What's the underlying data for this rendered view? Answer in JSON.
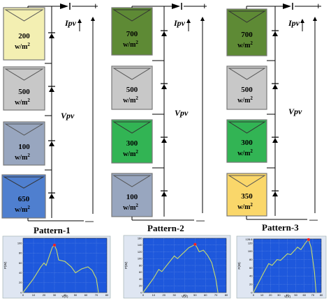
{
  "colors": {
    "panel_200": "#f3efb2",
    "panel_500": "#c8c8c8",
    "panel_100_gray": "#98a6bf",
    "panel_650": "#4f7fcf",
    "panel_700": "#5e8a35",
    "panel_300": "#32b454",
    "panel_350": "#fad76a",
    "plot_bg": "#1e58dc",
    "curve": "#c8dc6c",
    "mpp_marker": "#ff2020"
  },
  "labels": {
    "current": "Ipv",
    "voltage": "Vpv",
    "plus": "+",
    "minus": "—"
  },
  "patterns": [
    {
      "title": "Pattern-1",
      "panels": [
        {
          "value": "200",
          "unit": "w/m",
          "sup": "2",
          "color_key": "panel_200"
        },
        {
          "value": "500",
          "unit": "w/m",
          "sup": "2",
          "color_key": "panel_500"
        },
        {
          "value": "100",
          "unit": "w/m",
          "sup": "2",
          "color_key": "panel_100_gray"
        },
        {
          "value": "650",
          "unit": "w/m",
          "sup": "2",
          "color_key": "panel_650"
        }
      ],
      "plot": {
        "xlabel": "V(V)",
        "ylabel": "P(W)",
        "xticks": [
          "0",
          "10",
          "20",
          "30",
          "40",
          "50",
          "60",
          "70",
          "80"
        ],
        "yticks": [
          "0",
          "20",
          "40",
          "60",
          "80",
          "100"
        ],
        "xlim": [
          0,
          80
        ],
        "ylim": [
          0,
          110
        ],
        "points": [
          [
            0,
            0
          ],
          [
            10,
            28
          ],
          [
            17,
            52
          ],
          [
            20,
            60
          ],
          [
            22,
            55
          ],
          [
            28,
            92
          ],
          [
            30,
            96
          ],
          [
            32,
            86
          ],
          [
            34,
            66
          ],
          [
            40,
            63
          ],
          [
            46,
            52
          ],
          [
            50,
            40
          ],
          [
            56,
            48
          ],
          [
            62,
            52
          ],
          [
            66,
            45
          ],
          [
            70,
            28
          ],
          [
            72,
            0
          ]
        ],
        "mpp": [
          30,
          96
        ]
      }
    },
    {
      "title": "Pattern-2",
      "panels": [
        {
          "value": "700",
          "unit": "w/m",
          "sup": "2",
          "color_key": "panel_700"
        },
        {
          "value": "500",
          "unit": "w/m",
          "sup": "2",
          "color_key": "panel_500"
        },
        {
          "value": "300",
          "unit": "w/m",
          "sup": "2",
          "color_key": "panel_300"
        },
        {
          "value": "100",
          "unit": "w/m",
          "sup": "2",
          "color_key": "panel_100_gray"
        }
      ],
      "plot": {
        "xlabel": "V(V)",
        "ylabel": "P(W)",
        "xticks": [
          "0",
          "10",
          "20",
          "30",
          "40",
          "50",
          "60",
          "70",
          "80"
        ],
        "yticks": [
          "0",
          "20",
          "40",
          "60",
          "80",
          "100",
          "120",
          "140",
          "160"
        ],
        "xlim": [
          0,
          80
        ],
        "ylim": [
          0,
          160
        ],
        "points": [
          [
            0,
            0
          ],
          [
            10,
            42
          ],
          [
            15,
            68
          ],
          [
            18,
            62
          ],
          [
            30,
            108
          ],
          [
            33,
            100
          ],
          [
            44,
            132
          ],
          [
            48,
            138
          ],
          [
            50,
            142
          ],
          [
            52,
            132
          ],
          [
            54,
            120
          ],
          [
            58,
            125
          ],
          [
            62,
            110
          ],
          [
            66,
            88
          ],
          [
            70,
            40
          ],
          [
            72,
            0
          ]
        ],
        "mpp": [
          50,
          142
        ]
      }
    },
    {
      "title": "Pattern-3",
      "panels": [
        {
          "value": "700",
          "unit": "w/m",
          "sup": "2",
          "color_key": "panel_700"
        },
        {
          "value": "500",
          "unit": "w/m",
          "sup": "2",
          "color_key": "panel_500"
        },
        {
          "value": "300",
          "unit": "w/m",
          "sup": "2",
          "color_key": "panel_300"
        },
        {
          "value": "350",
          "unit": "w/m",
          "sup": "2",
          "color_key": "panel_350"
        }
      ],
      "plot": {
        "xlabel": "V(V)",
        "ylabel": "P(W)",
        "xticks": [
          "0",
          "10",
          "20",
          "30",
          "40",
          "50",
          "60",
          "70",
          "80"
        ],
        "yticks": [
          "0",
          "20",
          "40",
          "60",
          "80",
          "100",
          "120",
          "128.6"
        ],
        "xlim": [
          0,
          80
        ],
        "ylim": [
          0,
          130
        ],
        "points": [
          [
            0,
            0
          ],
          [
            12,
            48
          ],
          [
            18,
            70
          ],
          [
            22,
            66
          ],
          [
            28,
            80
          ],
          [
            32,
            78
          ],
          [
            40,
            94
          ],
          [
            44,
            92
          ],
          [
            52,
            110
          ],
          [
            56,
            104
          ],
          [
            62,
            122
          ],
          [
            65,
            128.6
          ],
          [
            68,
            110
          ],
          [
            72,
            50
          ],
          [
            74,
            0
          ]
        ],
        "mpp": [
          65,
          128.6
        ]
      }
    }
  ]
}
